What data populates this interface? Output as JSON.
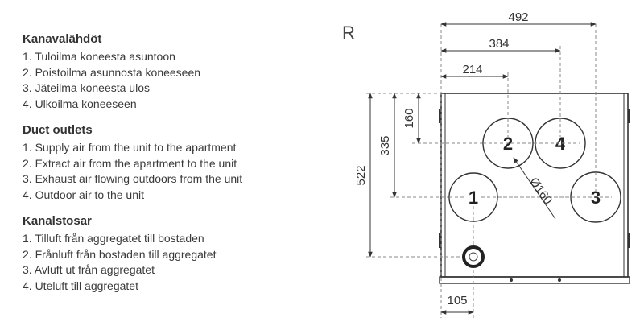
{
  "sections": [
    {
      "title": "Kanavalähdöt",
      "items": [
        "1. Tuloilma koneesta asuntoon",
        "2. Poistoilma asunnosta koneeseen",
        "3. Jäteilma koneesta ulos",
        "4. Ulkoilma koneeseen"
      ]
    },
    {
      "title": "Duct outlets",
      "items": [
        "1. Supply air from the unit to the apartment",
        "2. Extract air from the apartment to the unit",
        "3. Exhaust air flowing outdoors from the unit",
        "4. Outdoor air to the unit"
      ]
    },
    {
      "title": "Kanalstosar",
      "items": [
        "1. Tilluft från aggregatet till bostaden",
        "2. Frånluft från bostaden till aggregatet",
        "3. Avluft ut från aggregatet",
        "4. Uteluft till aggregatet"
      ]
    }
  ],
  "diagram": {
    "variant_label": "R",
    "dimensions": {
      "width_total": "492",
      "width_384": "384",
      "width_214": "214",
      "height_total": "522",
      "height_335": "335",
      "height_160": "160",
      "bottom_offset": "105",
      "diameter": "Ø160"
    },
    "outlet_labels": [
      "1",
      "2",
      "3",
      "4"
    ]
  }
}
